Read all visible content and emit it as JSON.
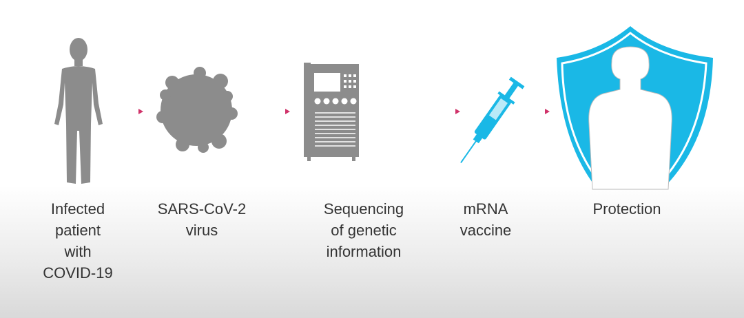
{
  "steps": [
    {
      "label": "Infected\npatient\nwith\nCOVID-19",
      "icon": "person-silhouette-icon"
    },
    {
      "label": "SARS-CoV-2\nvirus",
      "icon": "virus-icon"
    },
    {
      "label": "Sequencing\nof genetic\ninformation",
      "icon": "sequencer-icon"
    },
    {
      "label": "mRNA\nvaccine",
      "icon": "syringe-icon"
    },
    {
      "label": "Protection",
      "icon": "shield-person-icon"
    }
  ],
  "colors": {
    "arrow": "#d0336a",
    "accent": "#1ab8e6",
    "gray": "#8c8c8c"
  }
}
